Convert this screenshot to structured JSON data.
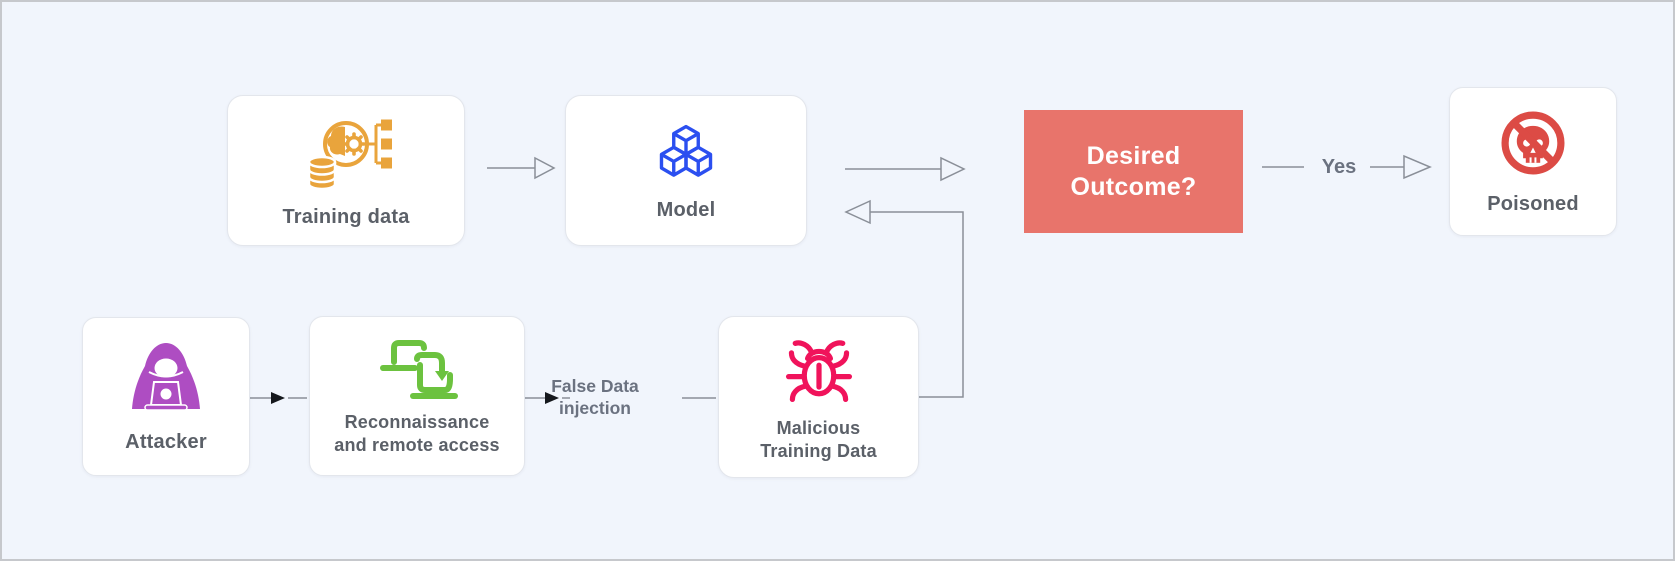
{
  "nodes": {
    "training_data": {
      "label": "Training data",
      "icon": "training-data-icon"
    },
    "model": {
      "label": "Model",
      "icon": "model-cubes-icon"
    },
    "desired_outcome": {
      "label_line1": "Desired",
      "label_line2": "Outcome?"
    },
    "poisoned": {
      "label": "Poisoned",
      "icon": "no-skull-icon"
    },
    "attacker": {
      "label": "Attacker",
      "icon": "hooded-hacker-icon"
    },
    "reconnaissance": {
      "label_line1": "Reconnaissance",
      "label_line2": "and remote access",
      "icon": "remote-screens-icon"
    },
    "malicious_training_data": {
      "label_line1": "Malicious",
      "label_line2": "Training Data",
      "icon": "bug-icon"
    }
  },
  "edges": {
    "yes_label": "Yes",
    "false_data_label_line1": "False Data",
    "false_data_label_line2": "injection"
  },
  "colors": {
    "canvas_bg": "#f1f5fc",
    "frame": "#c6c8cc",
    "node_bg": "#ffffff",
    "node_border": "#e3e6ec",
    "label_text": "#5b6068",
    "edge_label_text": "#6b7280",
    "edge_gray": "#8a8f98",
    "edge_black": "#15181d",
    "decision_bg": "#E8746B",
    "amber": "#E9A43C",
    "blue": "#2B4FF0",
    "red": "#DC4B45",
    "purple": "#AE4DC2",
    "green": "#6CC23F",
    "pink": "#F0135B"
  }
}
